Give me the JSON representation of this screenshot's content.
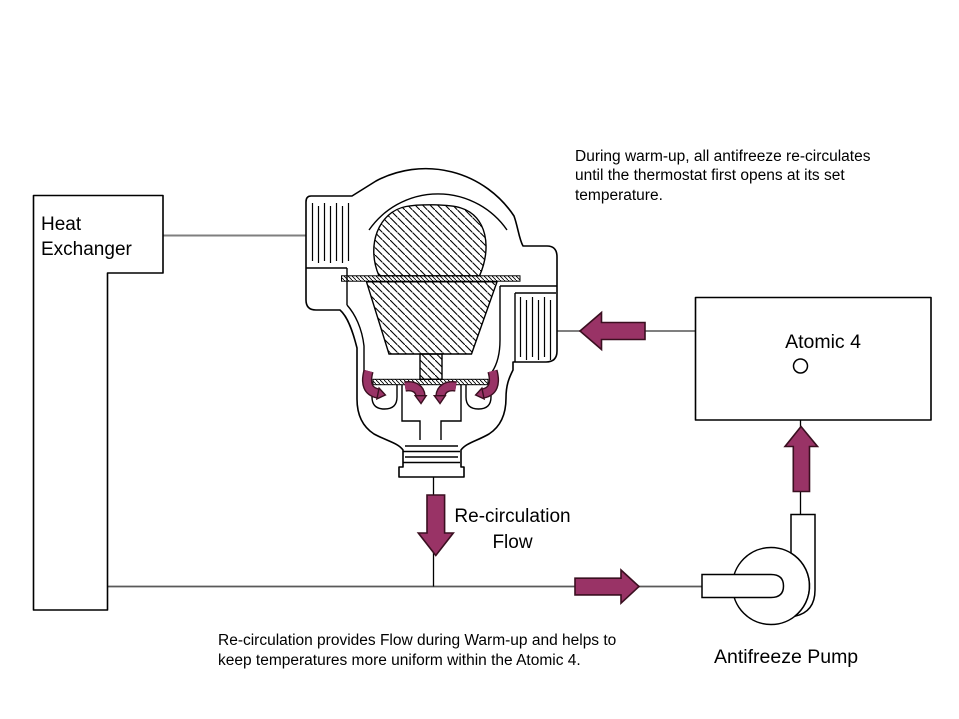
{
  "colors": {
    "accent": "#993366",
    "accent_outline": "#3a0f20",
    "line_gray": "#7f7f7f",
    "line_dark": "#595959",
    "ink": "#000000",
    "background": "#ffffff"
  },
  "boxes": {
    "heat_exchanger": {
      "label": "Heat\nExchanger"
    },
    "atomic4": {
      "label": "Atomic 4"
    }
  },
  "labels": {
    "antifreeze_pump": "Antifreeze Pump",
    "recirculation_flow": "Re-circulation\nFlow"
  },
  "notes": {
    "warmup": "During warm-up, all antifreeze re-circulates\nuntil the thermostat first opens at its set\ntemperature.",
    "recirculation": "Re-circulation provides Flow during Warm-up and helps to\nkeep temperatures more uniform within the Atomic 4."
  }
}
